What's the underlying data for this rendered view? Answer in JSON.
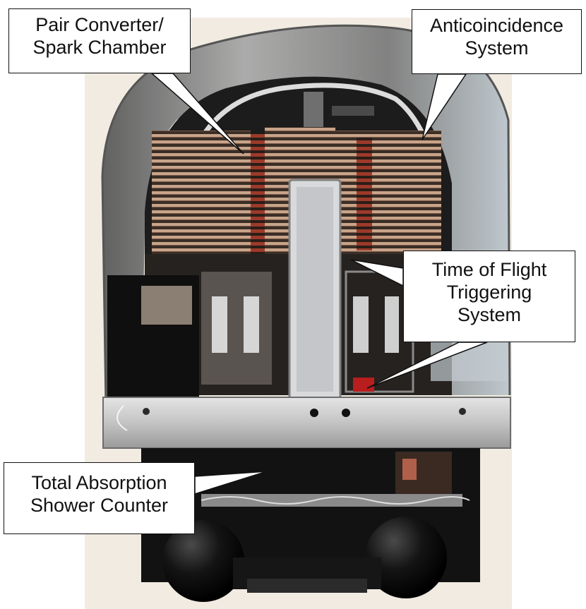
{
  "figure": {
    "callouts": {
      "pair_converter": "Pair Converter/\nSpark Chamber",
      "anticoincidence": "Anticoincidence\nSystem",
      "time_of_flight": "Time of Flight\nTriggering\nSystem",
      "shower_counter": "Total Absorption\nShower Counter"
    },
    "colors": {
      "background": "#f1ebe1",
      "blanket": "#8f8f8f",
      "inner_frame": "#1c1c1c",
      "copper_tubes": "#b7866a",
      "mounting_plate": "#c9c9c9",
      "shower_spheres": "#0d0d0d"
    }
  }
}
